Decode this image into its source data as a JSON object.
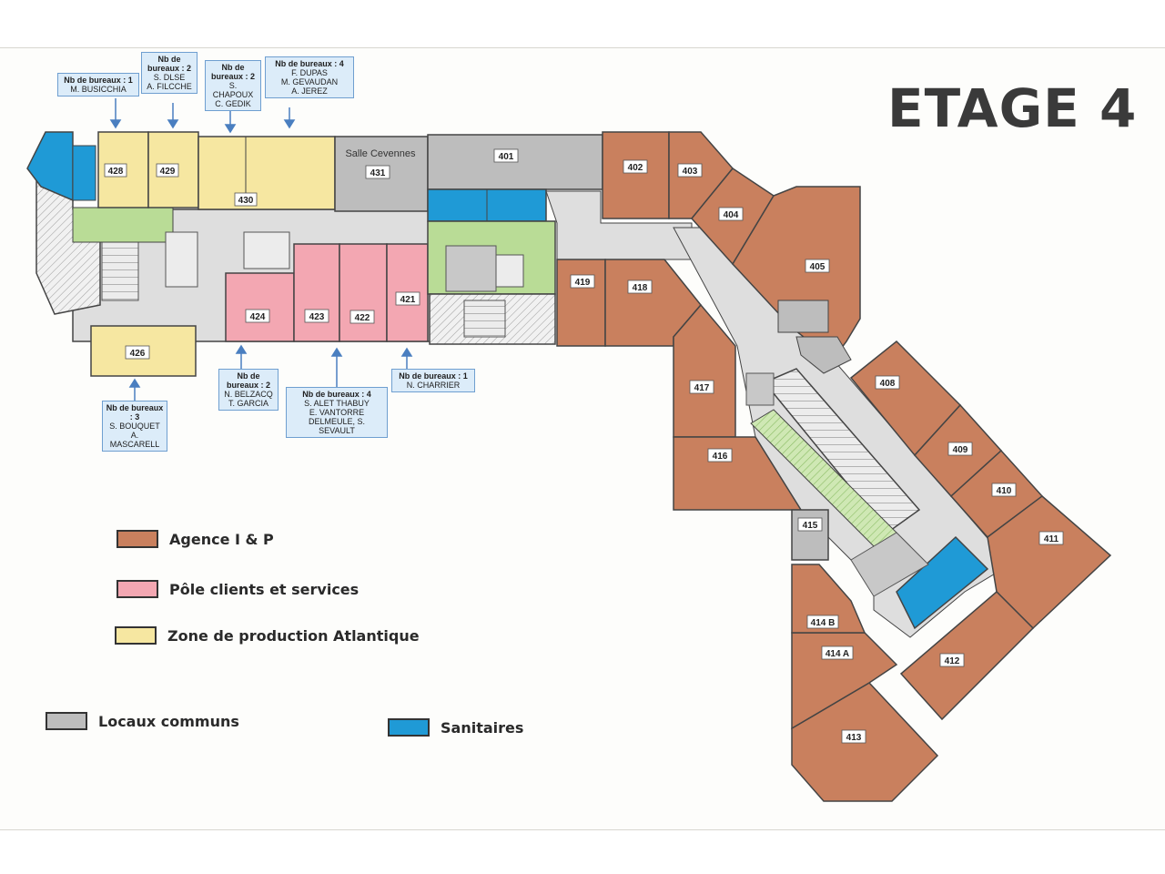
{
  "title": "ETAGE 4",
  "colors": {
    "agence": "#c9805e",
    "pole": "#f3a7b2",
    "zone": "#f6e7a1",
    "communs": "#bdbdbd",
    "sanitaires": "#1f9ad6",
    "circulation": "#dedede",
    "stairs_green": "#b9dc96",
    "wall": "#444444"
  },
  "legend": [
    {
      "label": "Agence I & P",
      "color": "#c9805e"
    },
    {
      "label": "Pôle clients et services",
      "color": "#f3a7b2"
    },
    {
      "label": "Zone de production Atlantique",
      "color": "#f6e7a1"
    },
    {
      "label": "Locaux communs",
      "color": "#bdbdbd"
    },
    {
      "label": "Sanitaires",
      "color": "#1f9ad6"
    }
  ],
  "rooms": {
    "r401": "401",
    "r402": "402",
    "r403": "403",
    "r404": "404",
    "r405": "405",
    "r408": "408",
    "r409": "409",
    "r410": "410",
    "r411": "411",
    "r412": "412",
    "r413": "413",
    "r414a": "414 A",
    "r414b": "414 B",
    "r415": "415",
    "r416": "416",
    "r417": "417",
    "r418": "418",
    "r419": "419",
    "r421": "421",
    "r422": "422",
    "r423": "423",
    "r424": "424",
    "r426": "426",
    "r428": "428",
    "r429": "429",
    "r430": "430",
    "r431": "431"
  },
  "room_name_431": "Salle Cevennes",
  "callouts": {
    "c428": {
      "header": "Nb de bureaux : 1",
      "lines": [
        "M. BUSICCHIA"
      ]
    },
    "c429": {
      "header": "Nb de bureaux : 2",
      "lines": [
        "S. DLSE",
        "A. FILCCHE"
      ]
    },
    "c430": {
      "header": "Nb de bureaux : 2",
      "lines": [
        "S. CHAPOUX",
        "C. GEDIK"
      ]
    },
    "c430b": {
      "header": "Nb de bureaux : 4",
      "lines": [
        "F. DUPAS",
        "M. GEVAUDAN",
        "A. JEREZ"
      ]
    },
    "c426": {
      "header": "Nb de bureaux : 3",
      "lines": [
        "S. BOUQUET",
        "A. MASCARELL"
      ]
    },
    "c424": {
      "header": "Nb de bureaux : 2",
      "lines": [
        "N. BELZACQ",
        "T. GARCIA"
      ]
    },
    "c423": {
      "header": "Nb de bureaux : 4",
      "lines": [
        "S. ALET THABUY",
        "E. VANTORRE",
        "DELMEULE, S. SEVAULT"
      ]
    },
    "c421": {
      "header": "Nb de bureaux : 1",
      "lines": [
        "N. CHARRIER"
      ]
    }
  }
}
